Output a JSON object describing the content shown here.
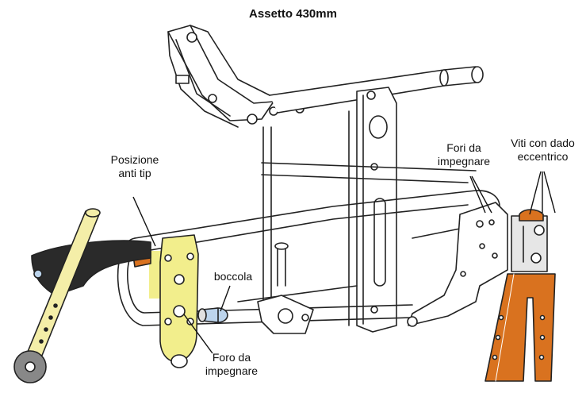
{
  "title": "Assetto 430mm",
  "labels": {
    "anti_tip": [
      "Posizione",
      "anti tip"
    ],
    "boccola": "boccola",
    "foro": [
      "Foro da",
      "impegnare"
    ],
    "fori": [
      "Fori da",
      "impegnare"
    ],
    "viti": [
      "Viti con dado",
      "eccentrico"
    ]
  },
  "colors": {
    "highlight_yellow": "#f2ee8c",
    "part_orange": "#d9721f",
    "part_blue": "#bcd4ec",
    "tube_cream": "#f4eea8",
    "line": "#222222",
    "handle_dark": "#2a2a2a"
  }
}
